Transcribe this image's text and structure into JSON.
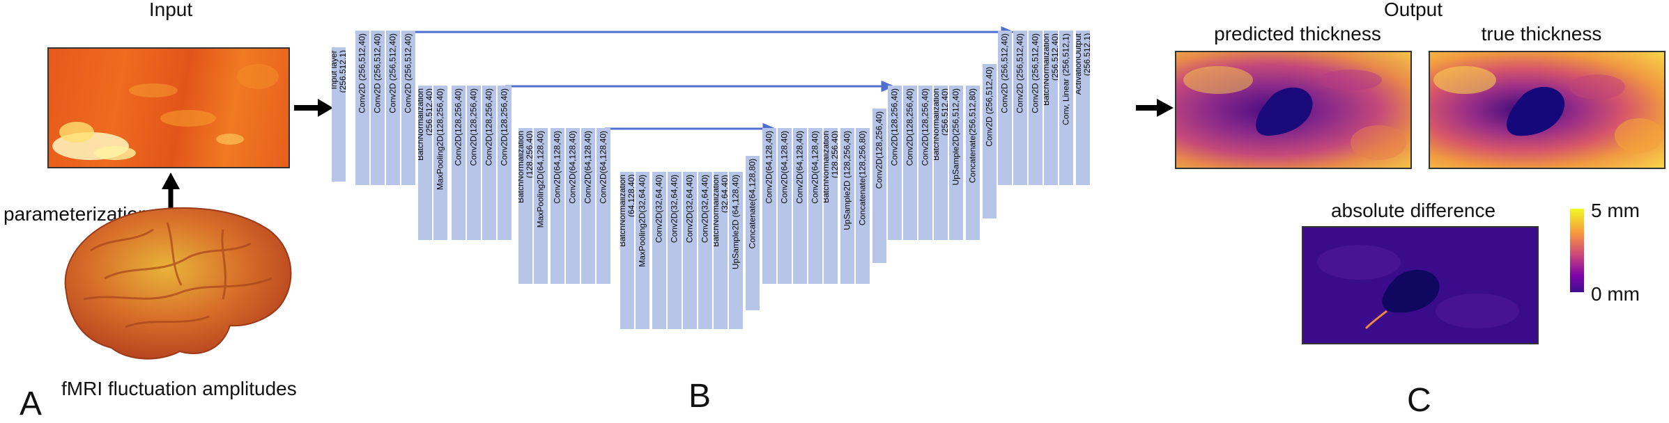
{
  "panel_a": {
    "title": "Input",
    "parameterization_label": "parameterization",
    "caption": "fMRI fluctuation amplitudes",
    "letter": "A"
  },
  "panel_b": {
    "letter": "B",
    "layers": [
      "Input layer\n(256,512,1)",
      "Conv2D (256,512,40)",
      "Conv2D (256,512,40)",
      "Conv2D (256,512,40)",
      "Conv2D (256,512,40)",
      "BatchNormalization\n(256,512,40)",
      "MaxPooling2D(128,256,40)",
      "Conv2D(128,256,40)",
      "Conv2D(128,256,40)",
      "Conv2D(128,256,40)",
      "Conv2D(128,256,40)",
      "BatchNormalization\n(128,256,40)",
      "MaxPooling2D(64,128,40)",
      "Conv2D(64,128,40)",
      "Conv2D(64,128,40)",
      "Conv2D(64,128,40)",
      "Conv2D(64,128,40)",
      "BatchNormalization\n(64,128,40)",
      "MaxPooling2D(32,64,40)",
      "Conv2D(32,64,40)",
      "Conv2D(32,64,40)",
      "Conv2D(32,64,40)",
      "Conv2D(32,64,40)",
      "BatchNormalization\n(32,64,40)",
      "UpSample2D (64,128,40)",
      "Concatenate(64,128,80)",
      "Conv2D(64,128,40)",
      "Conv2D(64,128,40)",
      "Conv2D(64,128,40)",
      "Conv2D(64,128,40)",
      "BatchNormalization\n(128,256,40)",
      "UpSample2D (128,256,40)",
      "Concatenate(128,256,80)",
      "Conv2D(128,256,40)",
      "Conv2D(128,256,40)",
      "Conv2D(128,256,40)",
      "Conv2D(128,256,40)",
      "BatchNormalization\n(256,512,40)",
      "UpSample2D(256,512,40)",
      "Concatenate(256,512,80)",
      "Conv2D (256,512,40)",
      "Conv2D (256,512,40)",
      "Conv2D (256,512,40)",
      "Conv2D (256,512,40)",
      "BatchNormalization\n(256,512,40)",
      "Conv, Linear (256,512,1)",
      "ActivationOutput\n(256,512,1)"
    ]
  },
  "panel_c": {
    "title": "Output",
    "predicted_label": "predicted thickness",
    "true_label": "true thickness",
    "difference_label": "absolute difference",
    "colorbar_max": "5 mm",
    "colorbar_min": "0 mm",
    "letter": "C"
  },
  "colors": {
    "layer_fill": "#b7c6e8",
    "skip_arrow": "#4f6fd0",
    "flow_arrow": "#000000"
  }
}
